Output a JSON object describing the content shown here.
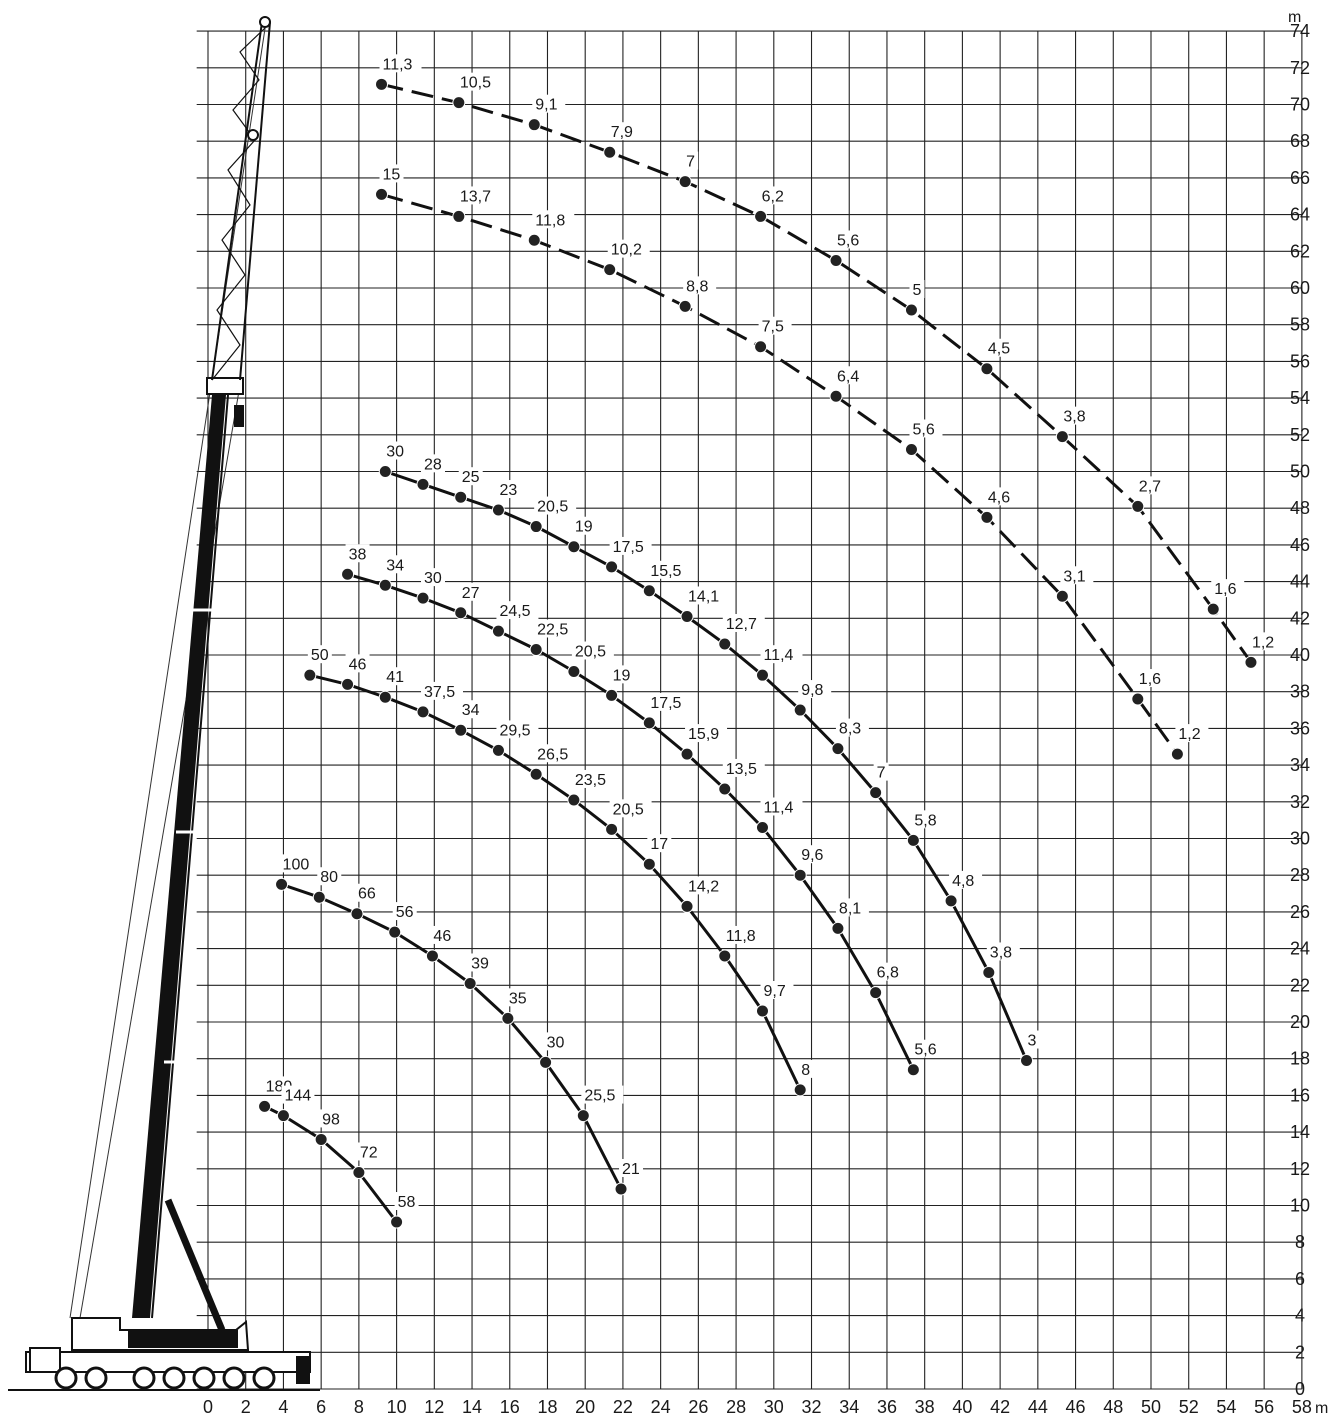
{
  "chart_data": {
    "type": "line",
    "title": "",
    "xlabel": "",
    "ylabel": "",
    "x_unit": "m",
    "y_unit": "m",
    "xlim": [
      0,
      58
    ],
    "ylim": [
      0,
      74
    ],
    "grid": true,
    "x_ticks": [
      "0",
      "2",
      "4",
      "6",
      "8",
      "10",
      "12",
      "14",
      "16",
      "18",
      "20",
      "22",
      "24",
      "26",
      "28",
      "30",
      "32",
      "34",
      "36",
      "38",
      "40",
      "42",
      "44",
      "46",
      "48",
      "50",
      "52",
      "54",
      "56",
      "58"
    ],
    "y_ticks": [
      "0",
      "2",
      "4",
      "6",
      "8",
      "10",
      "12",
      "14",
      "16",
      "18",
      "20",
      "22",
      "24",
      "26",
      "28",
      "30",
      "32",
      "34",
      "36",
      "38",
      "40",
      "42",
      "44",
      "46",
      "48",
      "50",
      "52",
      "54",
      "56",
      "58",
      "60",
      "62",
      "64",
      "66",
      "68",
      "70",
      "72",
      "74"
    ],
    "series": [
      {
        "style": "dashed",
        "points": [
          {
            "x": 9.2,
            "y": 71.1,
            "label": "11,3"
          },
          {
            "x": 13.3,
            "y": 70.1,
            "label": "10,5"
          },
          {
            "x": 17.3,
            "y": 68.9,
            "label": "9,1"
          },
          {
            "x": 21.3,
            "y": 67.4,
            "label": "7,9"
          },
          {
            "x": 25.3,
            "y": 65.8,
            "label": "7"
          },
          {
            "x": 29.3,
            "y": 63.9,
            "label": "6,2"
          },
          {
            "x": 33.3,
            "y": 61.5,
            "label": "5,6"
          },
          {
            "x": 37.3,
            "y": 58.8,
            "label": "5"
          },
          {
            "x": 41.3,
            "y": 55.6,
            "label": "4,5"
          },
          {
            "x": 45.3,
            "y": 51.9,
            "label": "3,8"
          },
          {
            "x": 49.3,
            "y": 48.1,
            "label": "2,7"
          },
          {
            "x": 53.3,
            "y": 42.5,
            "label": "1,6"
          },
          {
            "x": 55.3,
            "y": 39.6,
            "label": "1,2"
          }
        ]
      },
      {
        "style": "dashed",
        "points": [
          {
            "x": 9.2,
            "y": 65.1,
            "label": "15"
          },
          {
            "x": 13.3,
            "y": 63.9,
            "label": "13,7"
          },
          {
            "x": 17.3,
            "y": 62.6,
            "label": "11,8"
          },
          {
            "x": 21.3,
            "y": 61.0,
            "label": "10,2"
          },
          {
            "x": 25.3,
            "y": 59.0,
            "label": "8,8"
          },
          {
            "x": 29.3,
            "y": 56.8,
            "label": "7,5"
          },
          {
            "x": 33.3,
            "y": 54.1,
            "label": "6,4"
          },
          {
            "x": 37.3,
            "y": 51.2,
            "label": "5,6"
          },
          {
            "x": 41.3,
            "y": 47.5,
            "label": "4,6"
          },
          {
            "x": 45.3,
            "y": 43.2,
            "label": "3,1"
          },
          {
            "x": 49.3,
            "y": 37.6,
            "label": "1,6"
          },
          {
            "x": 51.4,
            "y": 34.6,
            "label": "1,2"
          }
        ]
      },
      {
        "style": "solid",
        "points": [
          {
            "x": 9.4,
            "y": 50.0,
            "label": "30"
          },
          {
            "x": 11.4,
            "y": 49.3,
            "label": "28"
          },
          {
            "x": 13.4,
            "y": 48.6,
            "label": "25"
          },
          {
            "x": 15.4,
            "y": 47.9,
            "label": "23"
          },
          {
            "x": 17.4,
            "y": 47.0,
            "label": "20,5"
          },
          {
            "x": 19.4,
            "y": 45.9,
            "label": "19"
          },
          {
            "x": 21.4,
            "y": 44.8,
            "label": "17,5"
          },
          {
            "x": 23.4,
            "y": 43.5,
            "label": "15,5"
          },
          {
            "x": 25.4,
            "y": 42.1,
            "label": "14,1"
          },
          {
            "x": 27.4,
            "y": 40.6,
            "label": "12,7"
          },
          {
            "x": 29.4,
            "y": 38.9,
            "label": "11,4"
          },
          {
            "x": 31.4,
            "y": 37.0,
            "label": "9,8"
          },
          {
            "x": 33.4,
            "y": 34.9,
            "label": "8,3"
          },
          {
            "x": 35.4,
            "y": 32.5,
            "label": "7"
          },
          {
            "x": 37.4,
            "y": 29.9,
            "label": "5,8"
          },
          {
            "x": 39.4,
            "y": 26.6,
            "label": "4,8"
          },
          {
            "x": 41.4,
            "y": 22.7,
            "label": "3,8"
          },
          {
            "x": 43.4,
            "y": 17.9,
            "label": "3"
          }
        ]
      },
      {
        "style": "solid",
        "points": [
          {
            "x": 7.4,
            "y": 44.4,
            "label": "38"
          },
          {
            "x": 9.4,
            "y": 43.8,
            "label": "34"
          },
          {
            "x": 11.4,
            "y": 43.1,
            "label": "30"
          },
          {
            "x": 13.4,
            "y": 42.3,
            "label": "27"
          },
          {
            "x": 15.4,
            "y": 41.3,
            "label": "24,5"
          },
          {
            "x": 17.4,
            "y": 40.3,
            "label": "22,5"
          },
          {
            "x": 19.4,
            "y": 39.1,
            "label": "20,5"
          },
          {
            "x": 21.4,
            "y": 37.8,
            "label": "19"
          },
          {
            "x": 23.4,
            "y": 36.3,
            "label": "17,5"
          },
          {
            "x": 25.4,
            "y": 34.6,
            "label": "15,9"
          },
          {
            "x": 27.4,
            "y": 32.7,
            "label": "13,5"
          },
          {
            "x": 29.4,
            "y": 30.6,
            "label": "11,4"
          },
          {
            "x": 31.4,
            "y": 28.0,
            "label": "9,6"
          },
          {
            "x": 33.4,
            "y": 25.1,
            "label": "8,1"
          },
          {
            "x": 35.4,
            "y": 21.6,
            "label": "6,8"
          },
          {
            "x": 37.4,
            "y": 17.4,
            "label": "5,6"
          }
        ]
      },
      {
        "style": "solid",
        "points": [
          {
            "x": 5.4,
            "y": 38.9,
            "label": "50"
          },
          {
            "x": 7.4,
            "y": 38.4,
            "label": "46"
          },
          {
            "x": 9.4,
            "y": 37.7,
            "label": "41"
          },
          {
            "x": 11.4,
            "y": 36.9,
            "label": "37,5"
          },
          {
            "x": 13.4,
            "y": 35.9,
            "label": "34"
          },
          {
            "x": 15.4,
            "y": 34.8,
            "label": "29,5"
          },
          {
            "x": 17.4,
            "y": 33.5,
            "label": "26,5"
          },
          {
            "x": 19.4,
            "y": 32.1,
            "label": "23,5"
          },
          {
            "x": 21.4,
            "y": 30.5,
            "label": "20,5"
          },
          {
            "x": 23.4,
            "y": 28.6,
            "label": "17"
          },
          {
            "x": 25.4,
            "y": 26.3,
            "label": "14,2"
          },
          {
            "x": 27.4,
            "y": 23.6,
            "label": "11,8"
          },
          {
            "x": 29.4,
            "y": 20.6,
            "label": "9,7"
          },
          {
            "x": 31.4,
            "y": 16.3,
            "label": "8"
          }
        ]
      },
      {
        "style": "solid",
        "points": [
          {
            "x": 3.9,
            "y": 27.5,
            "label": "100"
          },
          {
            "x": 5.9,
            "y": 26.8,
            "label": "80"
          },
          {
            "x": 7.9,
            "y": 25.9,
            "label": "66"
          },
          {
            "x": 9.9,
            "y": 24.9,
            "label": "56"
          },
          {
            "x": 11.9,
            "y": 23.6,
            "label": "46"
          },
          {
            "x": 13.9,
            "y": 22.1,
            "label": "39"
          },
          {
            "x": 15.9,
            "y": 20.2,
            "label": "35"
          },
          {
            "x": 17.9,
            "y": 17.8,
            "label": "30"
          },
          {
            "x": 19.9,
            "y": 14.9,
            "label": "25,5"
          },
          {
            "x": 21.9,
            "y": 10.9,
            "label": "21"
          }
        ]
      },
      {
        "style": "solid",
        "points": [
          {
            "x": 3.0,
            "y": 15.4,
            "label": "180"
          },
          {
            "x": 4.0,
            "y": 14.9,
            "label": "144"
          },
          {
            "x": 6.0,
            "y": 13.6,
            "label": "98"
          },
          {
            "x": 8.0,
            "y": 11.8,
            "label": "72"
          },
          {
            "x": 10.0,
            "y": 9.1,
            "label": "58"
          }
        ]
      }
    ]
  }
}
